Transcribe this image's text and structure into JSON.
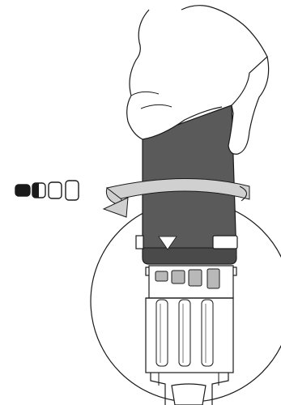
{
  "diagram": {
    "description_items": [],
    "level_indicator": {
      "total_levels": 4,
      "active_level": 2
    },
    "window_segments": {
      "count": 4,
      "filled_fraction": 0.5
    },
    "rotation": "clockwise",
    "colors": {
      "line": "#1a1a1a",
      "sleeve_fill": "#5a5a5a",
      "sleeve_dark": "#4a4a4a",
      "arrow_fill": "#d0d0d0",
      "marker_fill": "#ffffff",
      "window_fill": "#b8b8b8",
      "background": "#ffffff"
    }
  }
}
